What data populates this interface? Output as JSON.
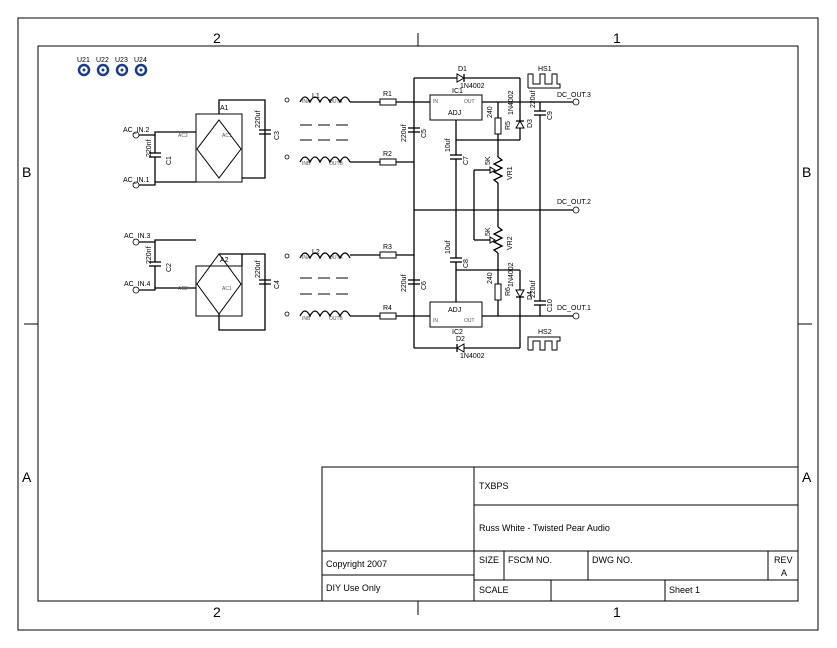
{
  "border": {
    "columns": [
      "2",
      "1"
    ],
    "rows": [
      "B",
      "A"
    ]
  },
  "mounting_holes": [
    "U21",
    "U22",
    "U23",
    "U24"
  ],
  "connectors": {
    "ac_in_2": "AC_IN.2",
    "ac_in_1": "AC_IN.1",
    "ac_in_3": "AC_IN.3",
    "ac_in_4": "AC_IN.4",
    "dc_out_3": "DC_OUT.3",
    "dc_out_2": "DC_OUT.2",
    "dc_out_1": "DC_OUT.1"
  },
  "components": {
    "a1": "A1",
    "a2": "A2",
    "c1": "C1",
    "c1_value": "220nf",
    "c2": "C2",
    "c2_value": "220nf",
    "c3": "C3",
    "c3_value": "220uf",
    "c4": "C4",
    "c4_value": "220uf",
    "c5": "C5",
    "c5_value": "220uf",
    "c6": "C6",
    "c6_value": "220uf",
    "c7": "C7",
    "c7_value": "10uf",
    "c8": "C8",
    "c8_value": "10uf",
    "c9": "C9",
    "c9_value": "220uf",
    "c10": "C10",
    "c10_value": "220uf",
    "l1": "L1",
    "l2": "L2",
    "r1": "R1",
    "r2": "R2",
    "r3": "R3",
    "r4": "R4",
    "r5": "R5",
    "r5_value": "240",
    "r6": "R6",
    "r6_value": "240",
    "vr1": "VR1",
    "vr1_value": "5K",
    "vr2": "VR2",
    "vr2_value": "5K",
    "d1": "D1",
    "d1_value": "1N4002",
    "d2": "D2",
    "d2_value": "1N4002",
    "d3": "D3",
    "d3_value": "1N4002",
    "d4": "D4",
    "d4_value": "1N4002",
    "ic1": "IC1",
    "ic2": "IC2",
    "ic_in": "IN",
    "ic_out": "OUT",
    "ic_adj": "ADJ",
    "hs1": "HS1",
    "hs2": "HS2",
    "choke_in_a": "INA",
    "choke_in_b": "INB",
    "choke_out_a": "OUTA",
    "choke_out_b": "OUTB",
    "bridge_ac1": "AC1",
    "bridge_ac2": "AC2"
  },
  "title_block": {
    "title": "TXBPS",
    "author": "Russ White - Twisted Pear Audio",
    "copyright": "Copyright 2007",
    "usage": "DIY Use Only",
    "size_label": "SIZE",
    "fscm_label": "FSCM NO.",
    "dwg_label": "DWG NO.",
    "rev_label": "REV",
    "rev_value": "A",
    "scale_label": "SCALE",
    "sheet_label": "Sheet 1"
  }
}
